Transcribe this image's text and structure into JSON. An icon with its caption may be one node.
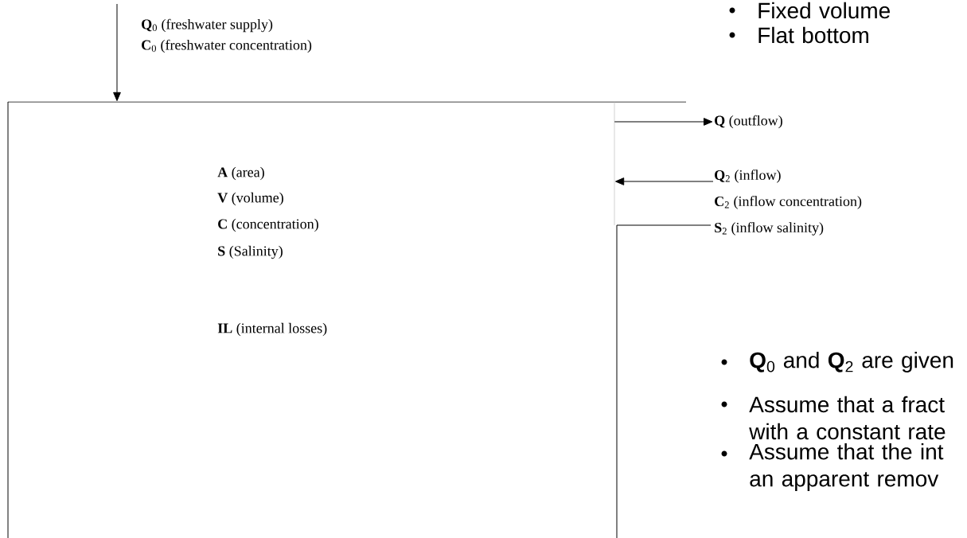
{
  "diagram": {
    "nodes": [
      {
        "text": [
          "**A** (area)",
          "**V** (volume)",
          "**C** (concentration)",
          "**S** (Salinity)",
          "**IL** (internal losses)"
        ]
      },
      {
        "text": [
          "**Q** (outflow)"
        ]
      },
      {
        "text": [
          "**Q**$_{2}$ (inflow)",
          "**C**$_{2}$ (inflow concentration)",
          "**S**$_{2}$ (inflow salinity)"
        ]
      }
    ],
    "edges": [
      {
        "from": null,
        "to": 0,
        "arrow": "to"
      },
      {
        "from": 0,
        "to": 1,
        "arrow": "to"
      },
      {
        "from": 2,
        "to": 0,
        "arrow": "to"
      }
    ],
    "labels": [
      "**Q**$_{0}$ (freshwater supply)",
      "**C**$_{0}$ (freshwater concentration)",
      "Fixed volume",
      "Flat bottom",
      "**Q**$_{0}$ and **Q**$_{2}$ are given",
      "Assume that a fract with a constant rate",
      "Assume that the int an apparent remov"
    ]
  }
}
